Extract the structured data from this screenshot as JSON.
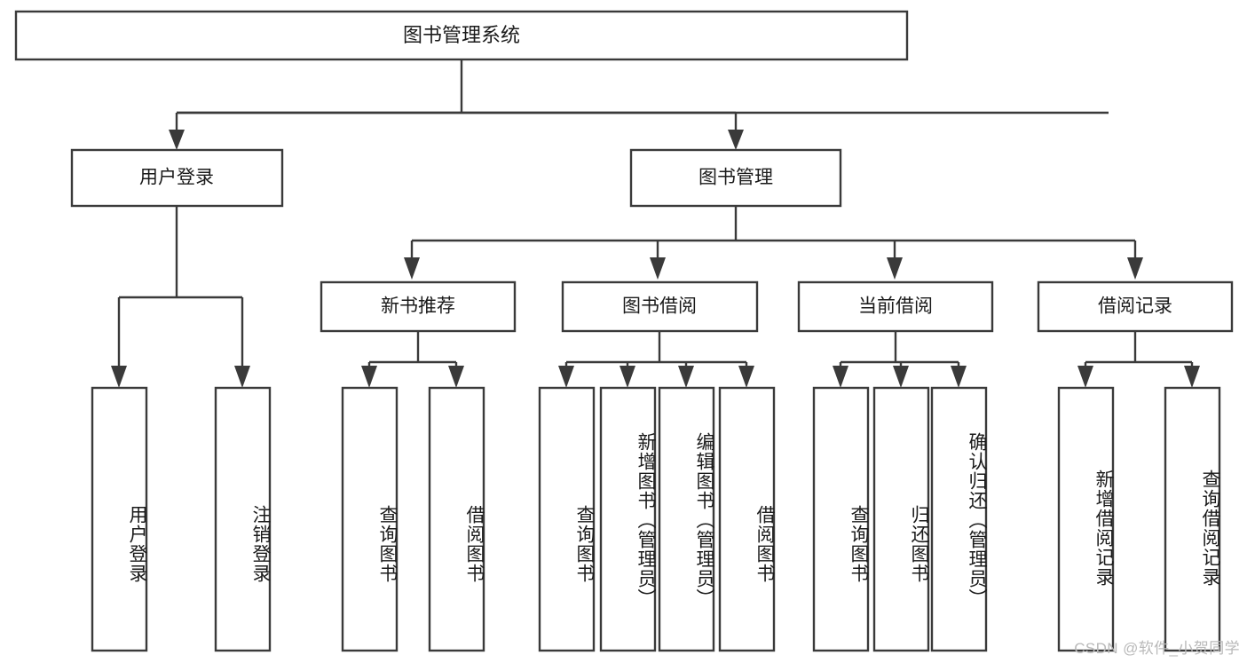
{
  "diagram": {
    "title": "图书管理系统",
    "type": "tree-hierarchy-diagram",
    "orientation": "top-down",
    "watermark": "CSDN @软件_小贺同学",
    "colors": {
      "background": "#ffffff",
      "box_fill": "#ffffff",
      "box_stroke": "#3a3a3a",
      "text": "#1a1a1a",
      "watermark": "#b9b9b9"
    },
    "levels": {
      "root": "图书管理系统",
      "level2": [
        "用户登录",
        "图书管理"
      ],
      "level3": [
        "新书推荐",
        "图书借阅",
        "当前借阅",
        "借阅记录"
      ],
      "leaves": [
        "用户登录",
        "注销登录",
        "查询图书",
        "借阅图书",
        "查询图书",
        "新增图书（管理员）",
        "编辑图书（管理员）",
        "借阅图书",
        "查询图书",
        "归还图书",
        "确认归还（管理员）",
        "新增借阅记录",
        "查询借阅记录"
      ]
    }
  },
  "nodes": {
    "root": {
      "label": "图书管理系统"
    },
    "user_login": {
      "label": "用户登录"
    },
    "book_manage": {
      "label": "图书管理"
    },
    "new_book_rec": {
      "label": "新书推荐"
    },
    "book_borrow": {
      "label": "图书借阅"
    },
    "current_borrow": {
      "label": "当前借阅"
    },
    "borrow_record": {
      "label": "借阅记录"
    },
    "leaf_user_login": {
      "label": "用户登录"
    },
    "leaf_logout": {
      "label": "注销登录"
    },
    "leaf_query_book_1": {
      "label": "查询图书"
    },
    "leaf_borrow_book_1": {
      "label": "借阅图书"
    },
    "leaf_query_book_2": {
      "label": "查询图书"
    },
    "leaf_add_book": {
      "label": "新增图书（管理员）"
    },
    "leaf_edit_book": {
      "label": "编辑图书（管理员）"
    },
    "leaf_borrow_book_2": {
      "label": "借阅图书"
    },
    "leaf_query_book_3": {
      "label": "查询图书"
    },
    "leaf_return_book": {
      "label": "归还图书"
    },
    "leaf_confirm_return": {
      "label": "确认归还（管理员）"
    },
    "leaf_add_record": {
      "label": "新增借阅记录"
    },
    "leaf_query_record": {
      "label": "查询借阅记录"
    }
  },
  "footer": {
    "watermark": "CSDN @软件_小贺同学"
  }
}
